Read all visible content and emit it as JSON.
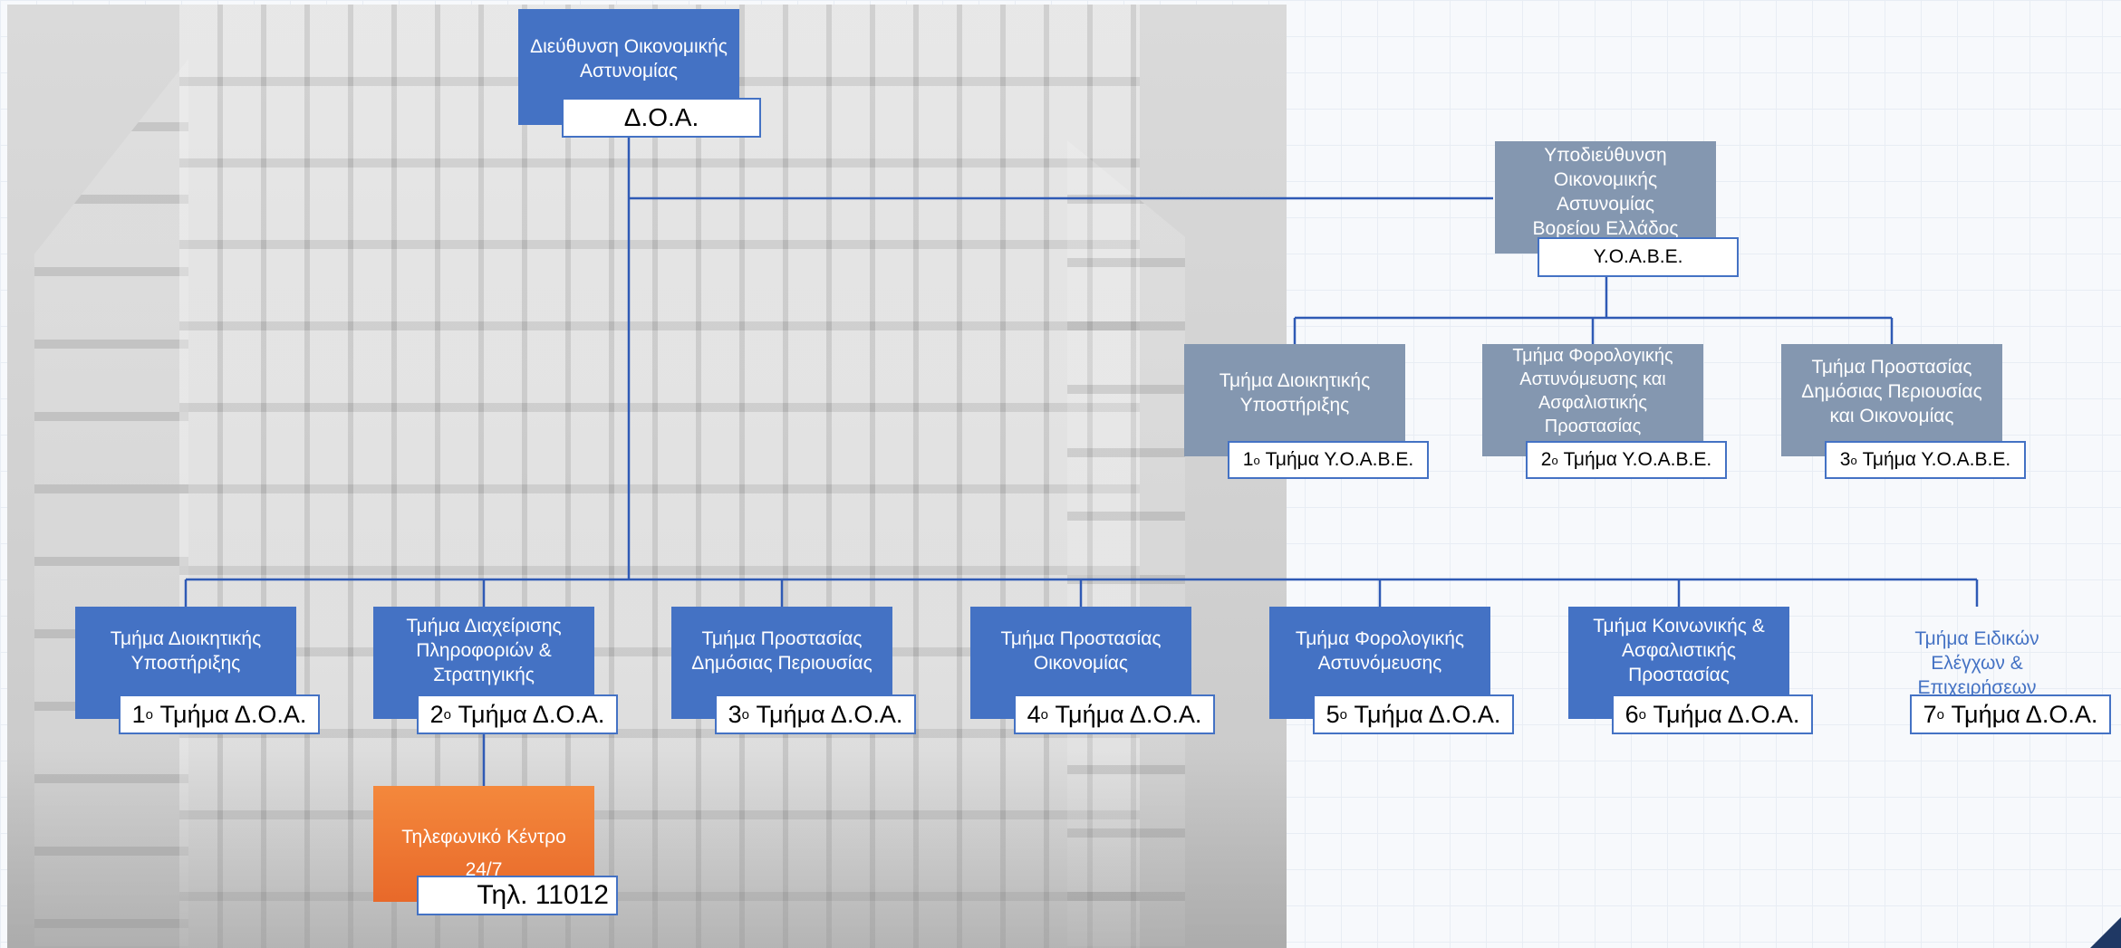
{
  "top": {
    "title": "Διεύθυνση Οικονομικής Αστυνομίας",
    "code": "Δ.Ο.Α."
  },
  "sub_directorate": {
    "title": "Υποδιεύθυνση Οικονομικής Αστυνομίας Βορείου Ελλάδος",
    "code": "Υ.Ο.Α.Β.Ε."
  },
  "sub_departments": [
    {
      "title": "Τμήμα Διοικητικής Υποστήριξης",
      "num": "1",
      "sup": "ο",
      "code": "Τμήμα Υ.Ο.Α.Β.Ε."
    },
    {
      "title": "Τμήμα Φορολογικής Αστυνόμευσης και Ασφαλιστικής Προστασίας",
      "num": "2",
      "sup": "ο",
      "code": "Τμήμα Υ.Ο.Α.Β.Ε."
    },
    {
      "title": "Τμήμα Προστασίας Δημόσιας Περιουσίας και Οικονομίας",
      "num": "3",
      "sup": "ο",
      "code": "Τμήμα Υ.Ο.Α.Β.Ε."
    }
  ],
  "departments": [
    {
      "title": "Τμήμα Διοικητικής Υποστήριξης",
      "num": "1",
      "sup": "ο",
      "code": "Τμήμα Δ.Ο.Α."
    },
    {
      "title": "Τμήμα Διαχείρισης Πληροφοριών & Στρατηγικής",
      "num": "2",
      "sup": "ο",
      "code": "Τμήμα Δ.Ο.Α."
    },
    {
      "title": "Τμήμα Προστασίας Δημόσιας Περιουσίας",
      "num": "3",
      "sup": "ο",
      "code": "Τμήμα Δ.Ο.Α."
    },
    {
      "title": "Τμήμα Προστασίας Οικονομίας",
      "num": "4",
      "sup": "ο",
      "code": "Τμήμα Δ.Ο.Α."
    },
    {
      "title": "Τμήμα Φορολογικής Αστυνόμευσης",
      "num": "5",
      "sup": "ο",
      "code": "Τμήμα Δ.Ο.Α."
    },
    {
      "title": "Τμήμα Κοινωνικής & Ασφαλιστικής Προστασίας",
      "num": "6",
      "sup": "ο",
      "code": "Τμήμα Δ.Ο.Α."
    },
    {
      "title": "Τμήμα Ειδικών Ελέγχων & Επιχειρήσεων",
      "num": "7",
      "sup": "ο",
      "code": "Τμήμα Δ.Ο.Α."
    }
  ],
  "call_center": {
    "title": "Τηλεφωνικό Κέντρο",
    "hours": "24/7",
    "phone": "Τηλ. 11012"
  },
  "colors": {
    "blue": "#4472c4",
    "grey": "#8497b0",
    "orange": "#ed7d31"
  }
}
